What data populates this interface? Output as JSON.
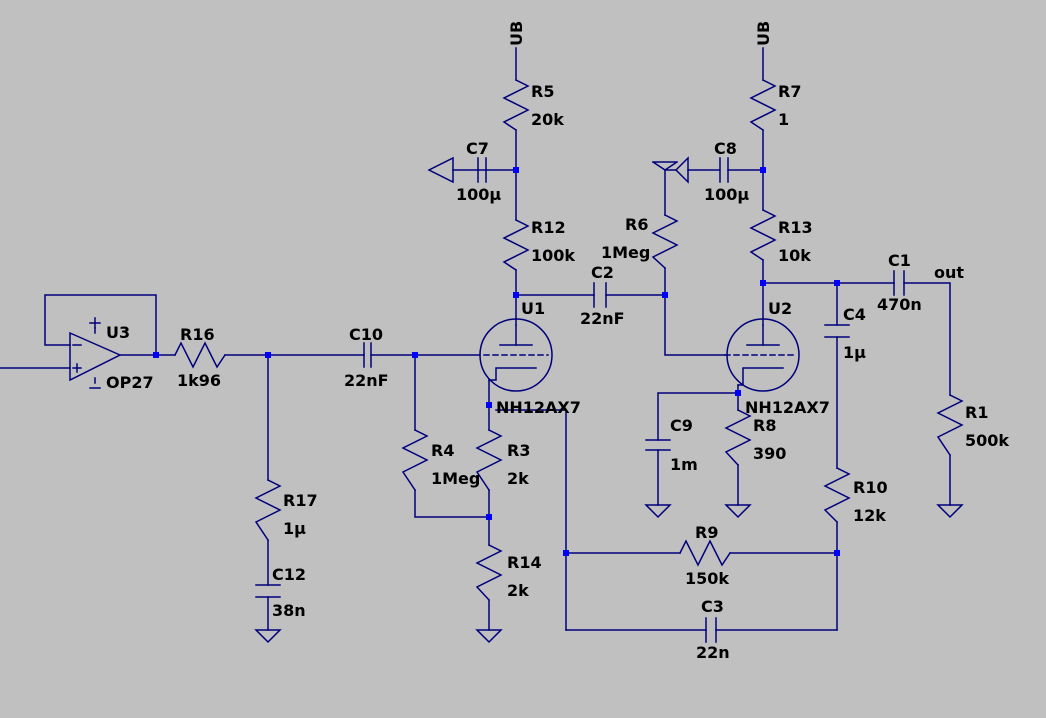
{
  "title": "",
  "colors": {
    "background": "#c0c0c0",
    "wire": "#00007c",
    "junction": "#0000ff",
    "text": "#000000"
  },
  "nets": {
    "supply": "UB",
    "output": "out"
  },
  "components": {
    "R5": {
      "ref": "R5",
      "value": "20k"
    },
    "R7": {
      "ref": "R7",
      "value": "1"
    },
    "C7": {
      "ref": "C7",
      "value": "100µ"
    },
    "C8": {
      "ref": "C8",
      "value": "100µ"
    },
    "R12": {
      "ref": "R12",
      "value": "100k"
    },
    "R13": {
      "ref": "R13",
      "value": "10k"
    },
    "R6": {
      "ref": "R6",
      "value": "1Meg"
    },
    "C2": {
      "ref": "C2",
      "value": "22nF"
    },
    "C1": {
      "ref": "C1",
      "value": "470n"
    },
    "U1": {
      "ref": "U1",
      "value": "NH12AX7"
    },
    "U2": {
      "ref": "U2",
      "value": "NH12AX7"
    },
    "U3": {
      "ref": "U3",
      "value": "OP27"
    },
    "R16": {
      "ref": "R16",
      "value": "1k96"
    },
    "C10": {
      "ref": "C10",
      "value": "22nF"
    },
    "C4": {
      "ref": "C4",
      "value": "1µ"
    },
    "R1": {
      "ref": "R1",
      "value": "500k"
    },
    "R4": {
      "ref": "R4",
      "value": "1Meg"
    },
    "R3": {
      "ref": "R3",
      "value": "2k"
    },
    "C9": {
      "ref": "C9",
      "value": "1m"
    },
    "R8": {
      "ref": "R8",
      "value": "390"
    },
    "R17": {
      "ref": "R17",
      "value": "1µ"
    },
    "C12": {
      "ref": "C12",
      "value": "38n"
    },
    "R14": {
      "ref": "R14",
      "value": "2k"
    },
    "R10": {
      "ref": "R10",
      "value": "12k"
    },
    "R9": {
      "ref": "R9",
      "value": "150k"
    },
    "C3": {
      "ref": "C3",
      "value": "22n"
    }
  }
}
